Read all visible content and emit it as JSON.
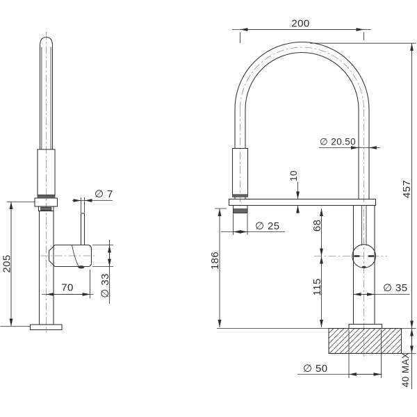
{
  "drawing": {
    "background": "#ffffff",
    "line_color": "#2f2f31",
    "views": {
      "side": {
        "dims": {
          "height": "205",
          "reach": "70",
          "body_dia": "∅ 33",
          "lever_dia": "∅ 7"
        }
      },
      "front": {
        "dims": {
          "arc_width": "200",
          "hose_dia": "∅ 20.50",
          "plate_thickness": "10",
          "overall_height": "457",
          "outlet_dia": "∅ 25",
          "bracket_to_head": "68",
          "bracket_height": "186",
          "head_to_bench": "115",
          "body_dia": "∅ 35",
          "base_dia": "∅ 50",
          "bench_max": "40 MAX"
        }
      }
    }
  }
}
